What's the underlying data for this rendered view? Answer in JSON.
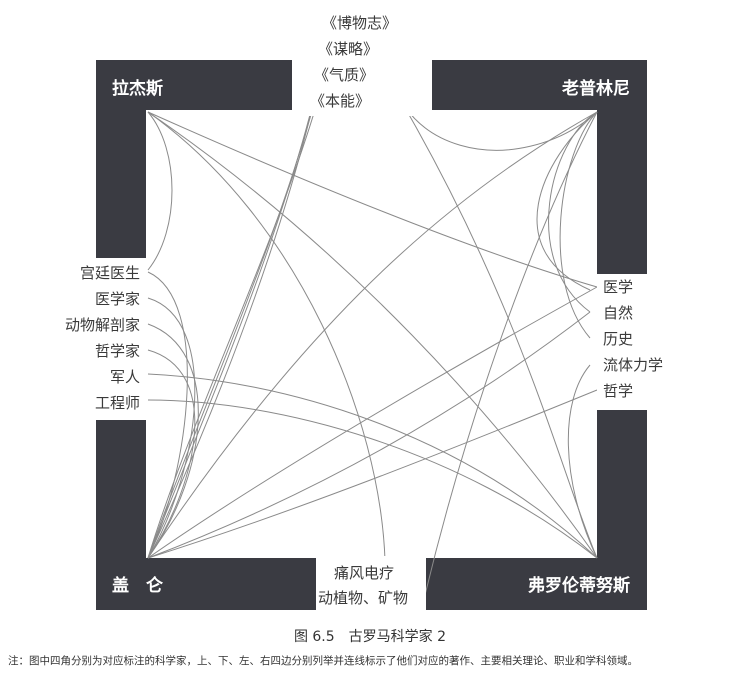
{
  "figure": {
    "corners": {
      "top_left": "拉杰斯",
      "top_right": "老普林尼",
      "bottom_left": "盖　仑",
      "bottom_right": "弗罗伦蒂努斯"
    },
    "top_works": [
      "《博物志》",
      "《谋略》",
      "《气质》",
      "《本能》"
    ],
    "left_roles": [
      "宫廷医生",
      "医学家",
      "动物解剖家",
      "哲学家",
      "军人",
      "工程师"
    ],
    "right_fields": [
      "医学",
      "自然",
      "历史",
      "流体力学",
      "哲学"
    ],
    "bottom_topics": [
      "痛风电疗",
      "动植物、矿物"
    ],
    "colors": {
      "block": "#3a3b42",
      "line": "#8a8a8a"
    }
  },
  "caption": "图 6.5　古罗马科学家 2",
  "note": "注：图中四角分别为对应标注的科学家，上、下、左、右四边分别列举并连线标示了他们对应的著作、主要相关理论、职业和学科领域。"
}
